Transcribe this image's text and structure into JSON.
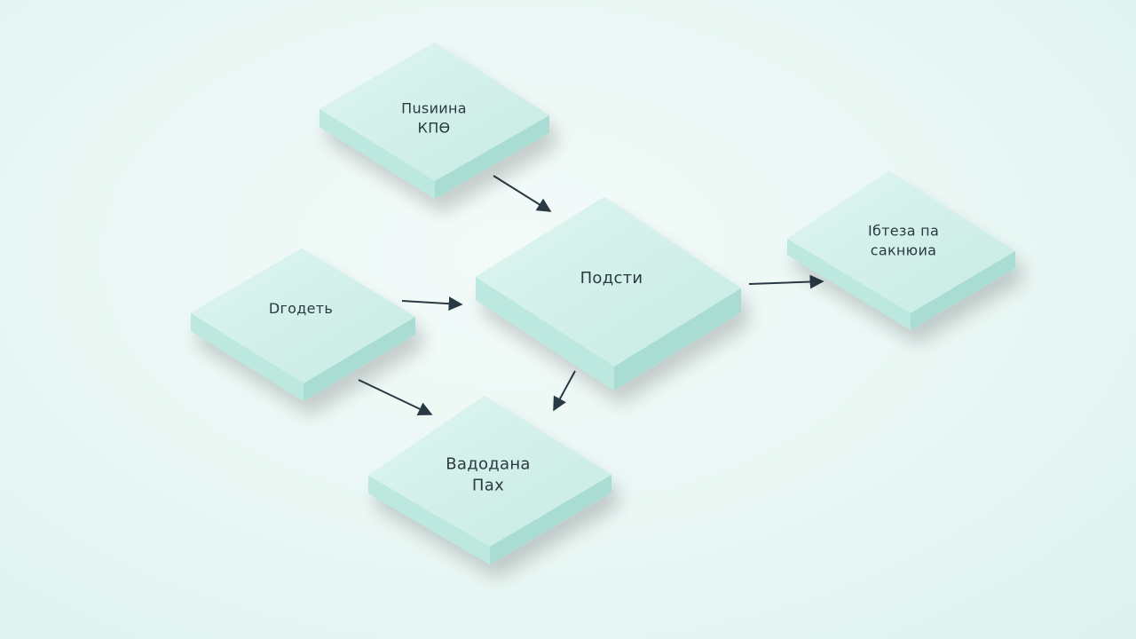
{
  "diagram": {
    "nodes": [
      {
        "id": "top",
        "lines": [
          "Пusиина",
          "КПӨ"
        ]
      },
      {
        "id": "left",
        "lines": [
          "Dгодеть"
        ]
      },
      {
        "id": "center",
        "lines": [
          "Подсти"
        ]
      },
      {
        "id": "right",
        "lines": [
          "Ібтеза па",
          "cакнюиа"
        ]
      },
      {
        "id": "bottom",
        "lines": [
          "Вадодана",
          "Пах"
        ]
      }
    ],
    "edges": [
      {
        "from": "top",
        "to": "center"
      },
      {
        "from": "left",
        "to": "center"
      },
      {
        "from": "left",
        "to": "bottom"
      },
      {
        "from": "center",
        "to": "bottom"
      },
      {
        "from": "center",
        "to": "right"
      }
    ],
    "colors": {
      "top_face": "#cdeee6",
      "side_face": "#a9ddd3",
      "front_face": "#bde8df",
      "arrow": "#2a3a44",
      "text": "#2a3a40"
    }
  }
}
